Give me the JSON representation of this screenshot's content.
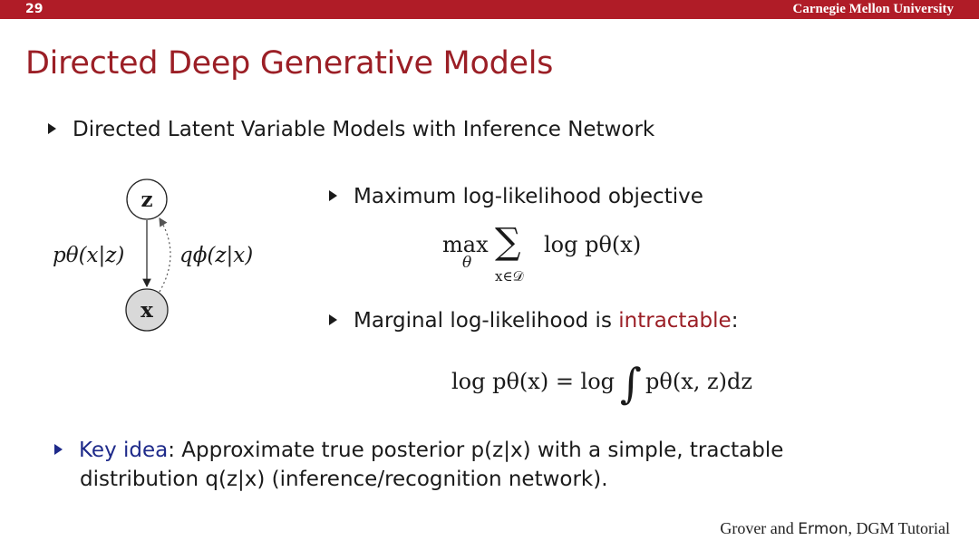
{
  "header": {
    "slide_number": "29",
    "institution": "Carnegie Mellon University",
    "bar_color": "#b01c27"
  },
  "title": "Directed Deep Generative Models",
  "bullets": {
    "main": "Directed Latent Variable Models with Inference Network",
    "objective": "Maximum log-likelihood objective",
    "marginal_prefix": "Marginal log-likelihood is ",
    "marginal_highlight": "intractable",
    "marginal_suffix": ":",
    "key_label": "Key idea",
    "key_text_1": ": Approximate true posterior p(z|x) with a simple, tractable",
    "key_text_2": "distribution q(z|x) (inference/recognition network)."
  },
  "diagram": {
    "latent_node": "z",
    "observed_node": "x",
    "generative_label": "pθ(x|z)",
    "inference_label": "qϕ(z|x)"
  },
  "equations": {
    "objective_op": "max",
    "objective_op_sub": "θ",
    "objective_sum": "∑",
    "objective_sum_sub": "x∈𝒟",
    "objective_rest": "log pθ(x)",
    "marginal_left": "log pθ(x) = log",
    "marginal_integral": "∫",
    "marginal_right": "pθ(x, z)dz"
  },
  "citation": {
    "prefix": "Grover and ",
    "name": "Ermon",
    "suffix": ", DGM Tutorial"
  },
  "colors": {
    "title": "#9b1f26",
    "highlight": "#9b1f26",
    "key": "#1e2a8a",
    "node_observed_fill": "#d9d9d9"
  }
}
